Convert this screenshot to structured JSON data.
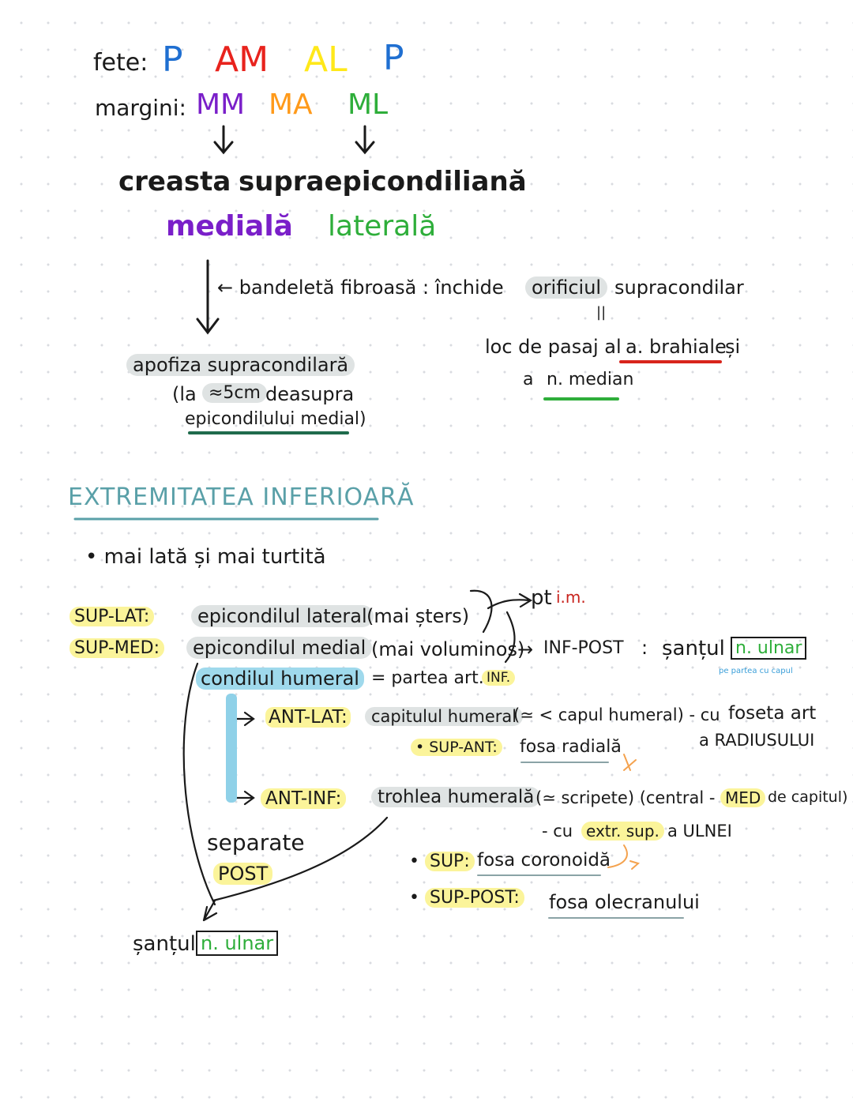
{
  "colors": {
    "blue": "#1f6fd1",
    "red": "#e8231d",
    "yellow": "#ffe81a",
    "purple": "#7a1fc9",
    "orange": "#ff9a1a",
    "green": "#2eae3a",
    "teal": "#5aa0a8",
    "darkred": "#c8231d"
  },
  "fete": {
    "label": "fete:",
    "p1": "P",
    "am": "AM",
    "al": "AL",
    "p2": "P"
  },
  "margini": {
    "label": "margini:",
    "mm": "MM",
    "ma": "MA",
    "ml": "ML"
  },
  "creasta": {
    "w1": "creasta",
    "w2": "supraepicondiliană",
    "medial": "medială",
    "lateral": "laterală"
  },
  "bandeleta": {
    "text": "← bandeletă fibroasă : închide",
    "orificiul": "orificiul",
    "supracondilar": "supracondilar",
    "equals": "||",
    "loc": "loc de pasaj al",
    "brahiale": "a. brahiale",
    "si": "și",
    "a": "a",
    "median": "n. median"
  },
  "apofiza": {
    "name": "apofiza supracondilară",
    "paren_open": "(la",
    "dist": "≈5cm",
    "deasupra": "deasupra",
    "epicondil": "epicondilului medial)"
  },
  "section": {
    "title": "EXTREMITATEA  INFERIOARĂ"
  },
  "bullet": "• mai lată și mai turtită",
  "pt_im": {
    "pt": "pt",
    "im": "i.m."
  },
  "sup_lat": {
    "tag": "SUP-LAT:",
    "name": "epicondilul lateral",
    "note": "(mai șters)"
  },
  "sup_med": {
    "tag": "SUP-MED:",
    "name": "epicondilul medial",
    "note": "(mai voluminos)",
    "arrow": "→",
    "inf_post": "INF-POST",
    "colon": ":",
    "santul": "șanțul",
    "ulnar": "n. ulnar",
    "small": "pe partea cu capul"
  },
  "condil": {
    "name": "condilul humeral",
    "eq": "= partea art.",
    "inf": "INF."
  },
  "ant_lat": {
    "tag": "ANT-LAT:",
    "name": "capitulul humeral",
    "note": "(≃ < capul humeral) - cu",
    "foseta": "foseta art",
    "radius": "a RADIUSULUI"
  },
  "sup_ant": {
    "tag": "• SUP-ANT:",
    "name": "fosa radială"
  },
  "ant_inf": {
    "tag": "ANT-INF:",
    "name": "trohlea humerală",
    "note": "(≃ scripete) (central -",
    "med": "MED",
    "note2": "de capitul)"
  },
  "ulna": {
    "pre": "- cu",
    "extr": "extr. sup.",
    "post": "a ULNEI"
  },
  "sup": {
    "tag": "SUP:",
    "name": "fosa coronoidă"
  },
  "sup_post": {
    "tag": "SUP-POST:",
    "name": "fosa olecranului"
  },
  "separate": {
    "l1": "separate",
    "l2": "POST"
  },
  "santul2": {
    "santul": "șanțul",
    "ulnar": "n. ulnar"
  }
}
